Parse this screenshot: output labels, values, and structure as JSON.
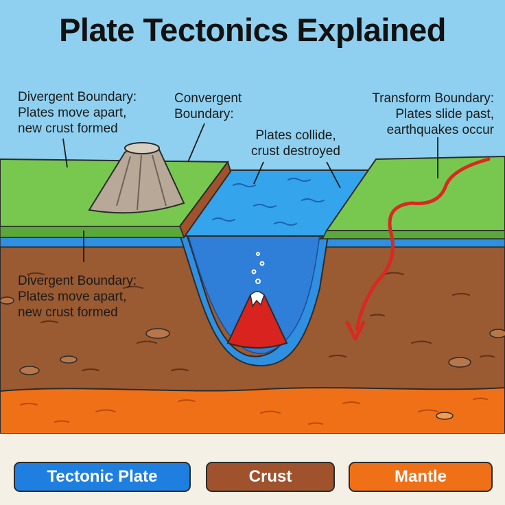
{
  "title": "Plate Tectonics Explained",
  "labels": {
    "divergent_top": [
      "Divergent Boundary:",
      "Plates move apart,",
      "new crust formed"
    ],
    "convergent_title": [
      "Convergent",
      "Boundary:"
    ],
    "convergent_desc": [
      "Plates collide,",
      "crust destroyed"
    ],
    "transform": [
      "Transform Boundary:",
      "Plates slide past,",
      "earthquakes occur"
    ],
    "divergent_bottom": [
      "Divergent Boundary:",
      "Plates move apart,",
      "new crust formed"
    ]
  },
  "legend": [
    {
      "label": "Tectonic Plate",
      "color": "#1f7fe0",
      "text_color": "#ffffff"
    },
    {
      "label": "Crust",
      "color": "#a0522d",
      "text_color": "#ffffff"
    },
    {
      "label": "Mantle",
      "color": "#f07018",
      "text_color": "#ffffff"
    }
  ],
  "colors": {
    "sky": "#8fd0f0",
    "grass": "#78c850",
    "water": "#2f9ae8",
    "crust": "#9a5a32",
    "mantle": "#f07018",
    "volcano_lava": "#d8231e",
    "arrow": "#d82a20"
  }
}
